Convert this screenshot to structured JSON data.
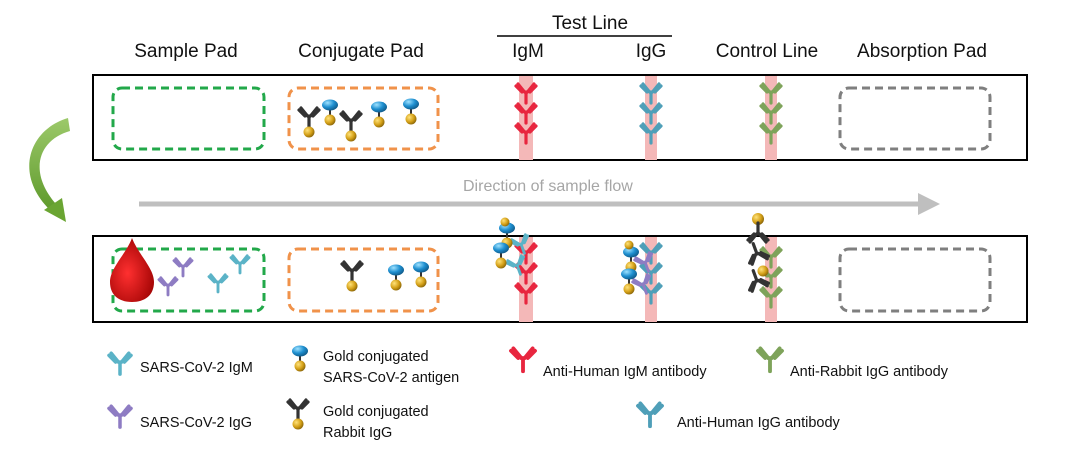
{
  "headers": {
    "sample_pad": "Sample Pad",
    "conjugate_pad": "Conjugate Pad",
    "test_line": "Test Line",
    "igm": "IgM",
    "igg": "IgG",
    "control_line": "Control Line",
    "absorption_pad": "Absorption Pad"
  },
  "flow_label": "Direction of sample flow",
  "legend": {
    "sars_igm": "SARS-CoV-2 IgM",
    "sars_igg": "SARS-CoV-2 IgG",
    "gold_antigen_line1": "Gold conjugated",
    "gold_antigen_line2": "SARS-CoV-2 antigen",
    "gold_rabbit_line1": "Gold conjugated",
    "gold_rabbit_line2": "Rabbit IgG",
    "anti_human_igm": "Anti-Human IgM antibody",
    "anti_human_igg": "Anti-Human IgG antibody",
    "anti_rabbit_igg": "Anti-Rabbit IgG antibody"
  },
  "colors": {
    "sample_pad_border": "#22a84a",
    "conjugate_pad_border": "#f0924a",
    "absorption_pad_border": "#7f7f7f",
    "sars_igm": "#5bb3c7",
    "sars_igg": "#8e7cc3",
    "anti_human_igm": "#e8263f",
    "anti_human_igg": "#4f9fb8",
    "anti_rabbit_igg": "#7ea35a",
    "rabbit_igg": "#333333",
    "gold": "#d4a017",
    "antigen": "#1e8fd0",
    "flow_arrow": "#bfbfbf",
    "curve_arrow": "#6aa532",
    "blood": "#c00000",
    "line_band": "#f4b8b8"
  }
}
